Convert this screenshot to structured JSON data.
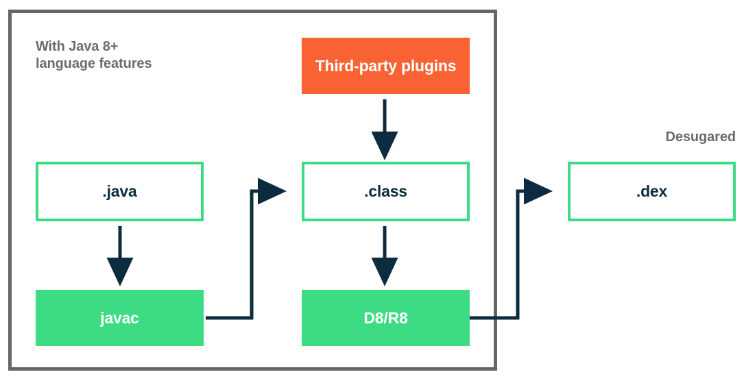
{
  "diagram": {
    "title_annotation": "With Java 8+\nlanguage features",
    "right_annotation": "Desugared",
    "colors": {
      "green": "#3DDC84",
      "orange": "#F96233",
      "navy": "#0d2b3e",
      "gray_frame": "#666666",
      "gray_text": "#6b6b6b",
      "white": "#ffffff"
    },
    "nodes": [
      {
        "id": "java",
        "label": ".java",
        "style": "outline"
      },
      {
        "id": "javac",
        "label": "javac",
        "style": "filled-green"
      },
      {
        "id": "plugins",
        "label": "Third-party plugins",
        "style": "filled-orange"
      },
      {
        "id": "class",
        "label": ".class",
        "style": "outline"
      },
      {
        "id": "d8r8",
        "label": "D8/R8",
        "style": "filled-green"
      },
      {
        "id": "dex",
        "label": ".dex",
        "style": "outline"
      }
    ],
    "edges": [
      {
        "from": "java",
        "to": "javac",
        "shape": "straight-down"
      },
      {
        "from": "plugins",
        "to": "class",
        "shape": "straight-down"
      },
      {
        "from": "class",
        "to": "d8r8",
        "shape": "straight-down"
      },
      {
        "from": "javac",
        "to": "class",
        "shape": "elbow-right-up-right"
      },
      {
        "from": "d8r8",
        "to": "dex",
        "shape": "elbow-right-up-right"
      }
    ]
  }
}
